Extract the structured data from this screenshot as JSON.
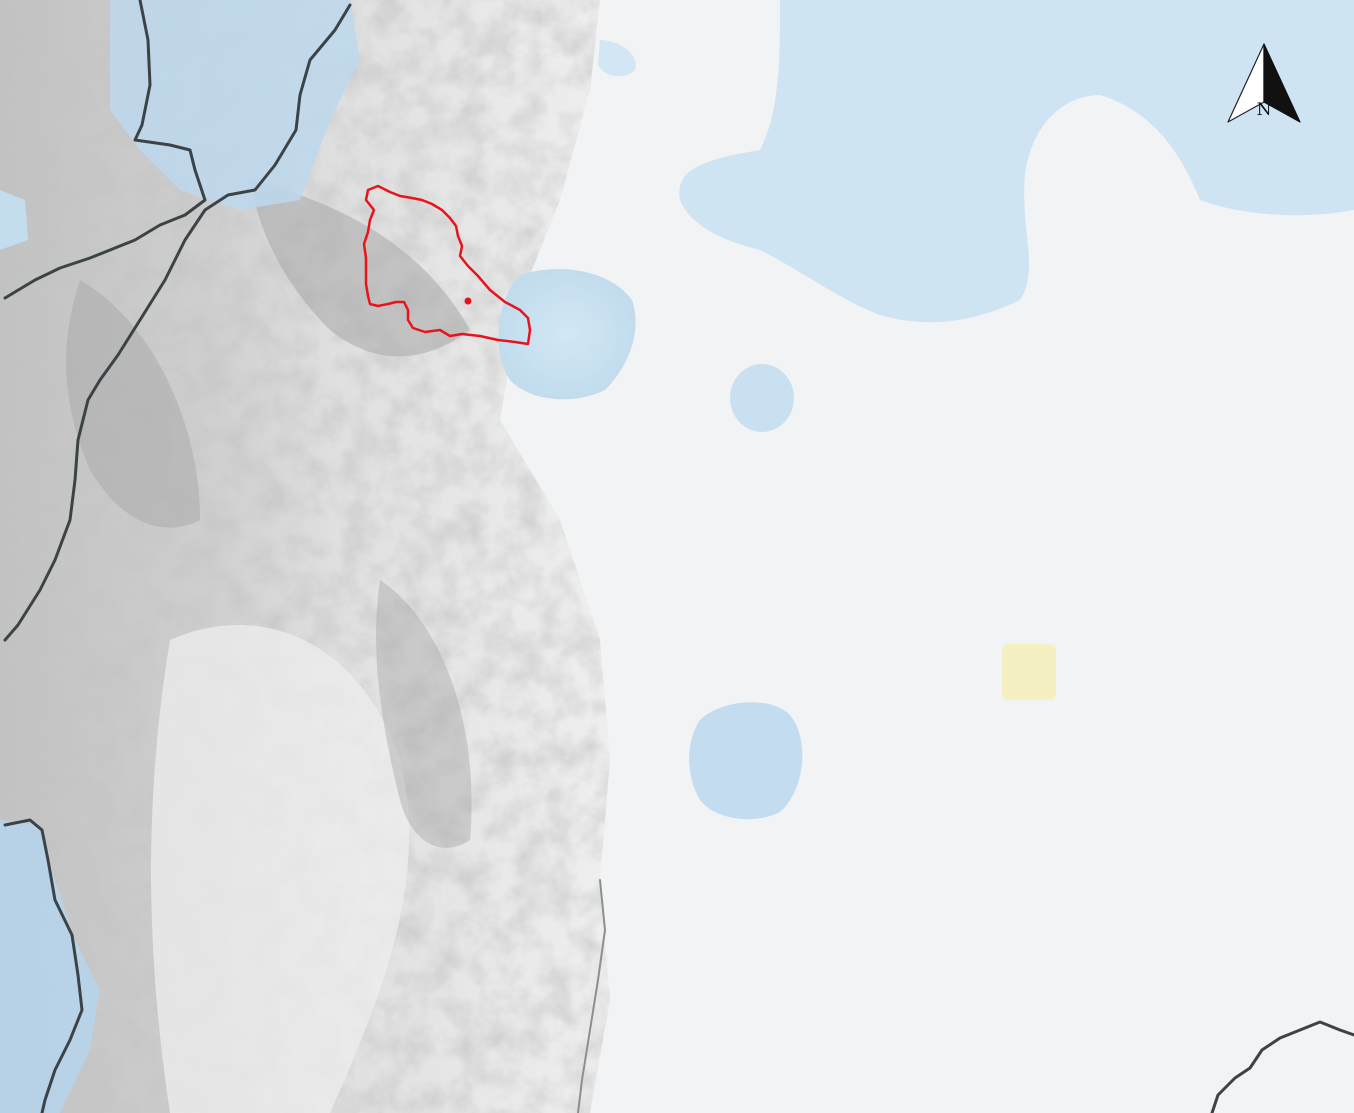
{
  "map": {
    "layers": {
      "terrain": "hillshade-relief",
      "water": "lake-shaded",
      "study_area": "red-outline-polygon",
      "site_marker": "red-dot"
    },
    "colors": {
      "background": "#f2f3f4",
      "water": "#cfe4f2",
      "water_edge": "#bcd7ea",
      "relief_dark": "#9c9c9c",
      "relief_mid": "#c4c4c4",
      "relief_light": "#e2e2e2",
      "boundary": "#3e4448",
      "study_area_outline": "#e8141c",
      "site_marker": "#e8141c",
      "highlight_patch": "#f3efb8"
    },
    "north_arrow": {
      "label": "N",
      "icon": "north-arrow-icon"
    }
  }
}
